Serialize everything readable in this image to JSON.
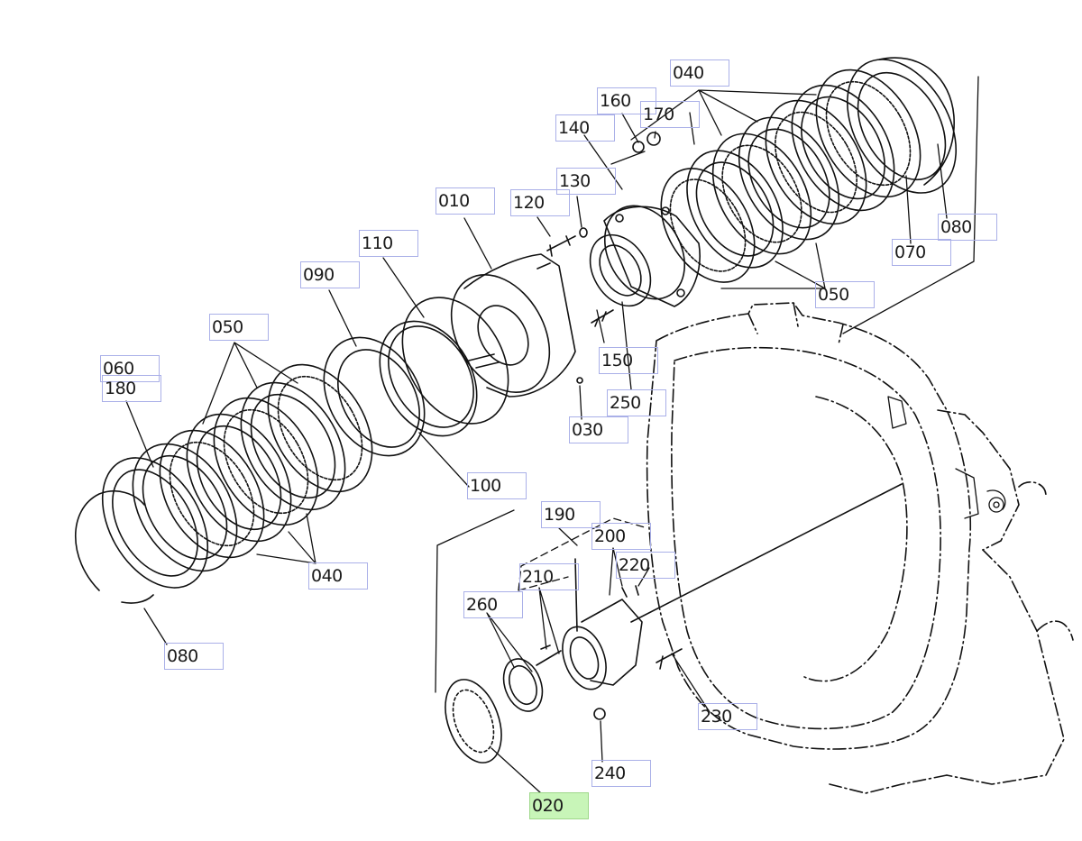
{
  "diagram": {
    "selected_part": "020",
    "highlight_color": "#c8f5b8",
    "box_border_color": "#aab0e8",
    "callouts": [
      {
        "id": "c040a",
        "label": "040"
      },
      {
        "id": "c160",
        "label": "160"
      },
      {
        "id": "c170",
        "label": "170"
      },
      {
        "id": "c140",
        "label": "140"
      },
      {
        "id": "c130",
        "label": "130"
      },
      {
        "id": "c010",
        "label": "010"
      },
      {
        "id": "c120",
        "label": "120"
      },
      {
        "id": "c080a",
        "label": "080"
      },
      {
        "id": "c070",
        "label": "070"
      },
      {
        "id": "c110",
        "label": "110"
      },
      {
        "id": "c050a",
        "label": "050"
      },
      {
        "id": "c090",
        "label": "090"
      },
      {
        "id": "c050b",
        "label": "050"
      },
      {
        "id": "c150",
        "label": "150"
      },
      {
        "id": "c060",
        "label": "060"
      },
      {
        "id": "c180",
        "label": "180"
      },
      {
        "id": "c250",
        "label": "250"
      },
      {
        "id": "c030",
        "label": "030"
      },
      {
        "id": "c100",
        "label": "100"
      },
      {
        "id": "c190",
        "label": "190"
      },
      {
        "id": "c200",
        "label": "200"
      },
      {
        "id": "c220",
        "label": "220"
      },
      {
        "id": "c210",
        "label": "210"
      },
      {
        "id": "c040b",
        "label": "040"
      },
      {
        "id": "c260",
        "label": "260"
      },
      {
        "id": "c080b",
        "label": "080"
      },
      {
        "id": "c230",
        "label": "230"
      },
      {
        "id": "c240",
        "label": "240"
      },
      {
        "id": "c020",
        "label": "020"
      }
    ]
  }
}
